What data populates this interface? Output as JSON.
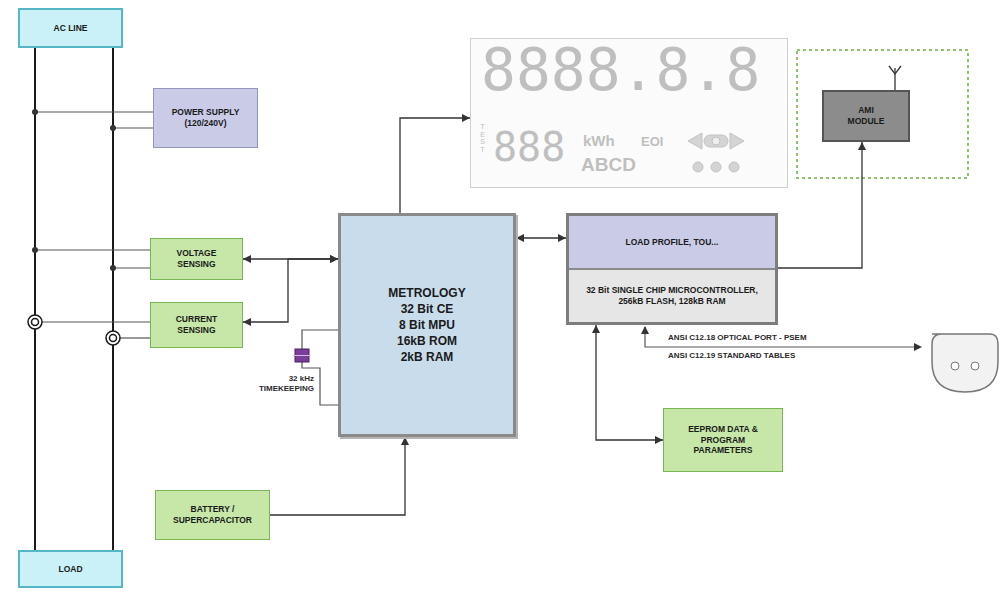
{
  "diagram": {
    "nodes": [
      {
        "text": [
          "AC LINE"
        ]
      },
      {
        "text": [
          "8888.8.8",
          "TEST",
          "888",
          "kWh",
          "EOI",
          "ABCD"
        ]
      },
      {
        "text": [
          "AMI MODULE"
        ]
      },
      {
        "text": [
          "POWER SUPPLY (120/240V)"
        ]
      },
      {
        "text": [
          "VOLTAGE SENSING"
        ]
      },
      {
        "text": [
          "CURRENT SENSING"
        ]
      },
      {
        "text": [
          "METROLOGY",
          "32 Bit CE",
          "8 Bit MPU",
          "16kB ROM",
          "2kB RAM"
        ]
      },
      {
        "text": [
          "LOAD PROFILE, TOU...",
          "32 Bit SINGLE CHIP MICROCONTROLLER, 256kB FLASH, 128kB RAM"
        ]
      },
      {
        "text": [
          "EEPROM DATA & PROGRAM PARAMETERS"
        ]
      },
      {
        "text": [
          "BATTERY / SUPERCAPACITOR"
        ]
      },
      {
        "text": [
          "LOAD"
        ]
      }
    ],
    "edges": [
      {
        "from": 6,
        "to": 1,
        "arrow": "to"
      },
      {
        "from": 6,
        "to": 7,
        "arrow": "both"
      },
      {
        "from": 7,
        "to": 2,
        "arrow": "to"
      },
      {
        "from": 7,
        "to": 8,
        "arrow": "both"
      },
      {
        "from": 4,
        "to": 6,
        "arrow": "both"
      },
      {
        "from": 5,
        "to": 6,
        "arrow": "both"
      },
      {
        "from": 9,
        "to": 6,
        "arrow": "to"
      }
    ],
    "labels": [
      "32 kHz TIMEKEEPING",
      "ANSI C12.18 OPTICAL PORT - PSEM",
      "ANSI C12.19 STANDARD TABLES"
    ]
  }
}
